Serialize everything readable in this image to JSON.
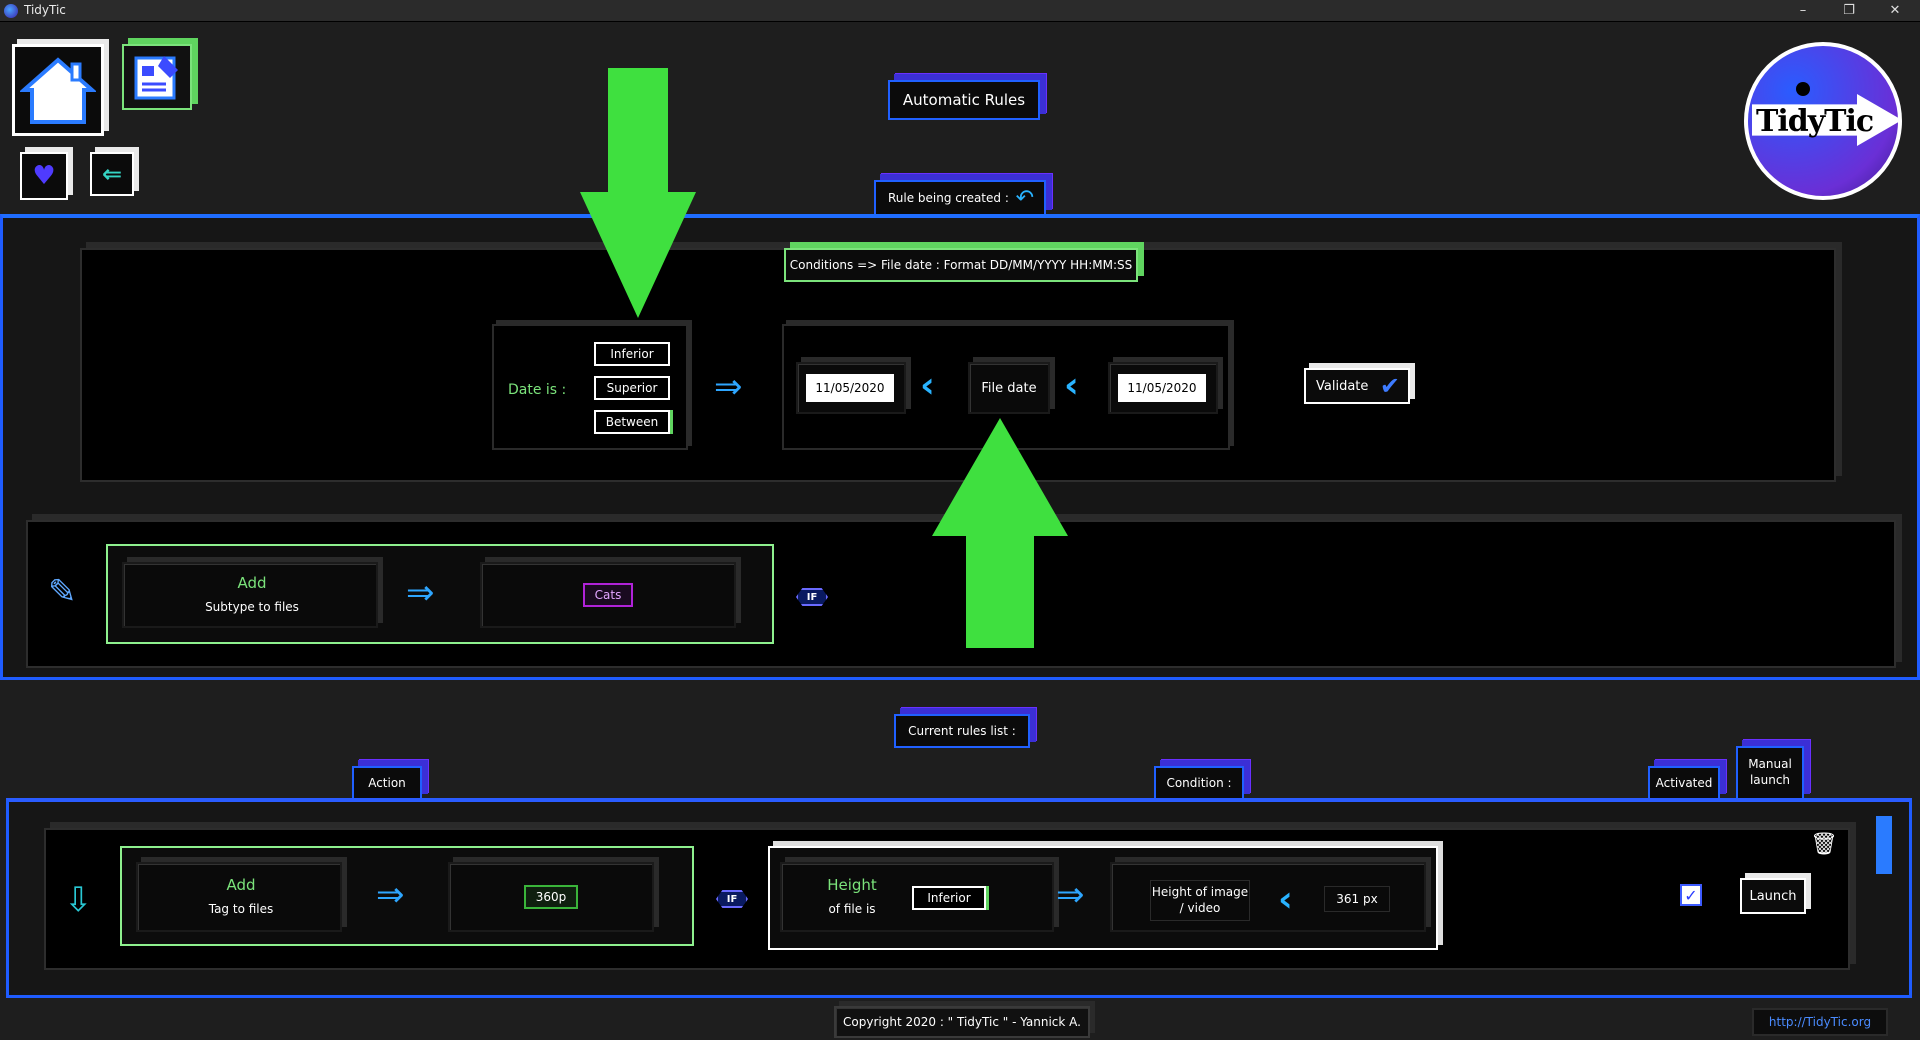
{
  "window": {
    "title": "TidyTic",
    "minimize": "–",
    "restore": "❐",
    "close": "✕"
  },
  "header": {
    "automatic_rules": "Automatic Rules",
    "logo_text": "TidyTic"
  },
  "rule_created": {
    "label": "Rule being created :"
  },
  "conditions": {
    "title": "Conditions => File date : Format DD/MM/YYYY HH:MM:SS",
    "date_is": "Date is :",
    "options": [
      "Inferior",
      "Superior",
      "Between"
    ],
    "date_from": "11/05/2020",
    "file_date": "File date",
    "date_to": "11/05/2020",
    "validate": "Validate"
  },
  "action_builder": {
    "add": "Add",
    "subtype": "Subtype to files",
    "value": "Cats",
    "if_badge": "IF"
  },
  "rules_list": {
    "title": "Current rules list :",
    "col_action": "Action",
    "col_condition": "Condition :",
    "col_activated": "Activated",
    "col_manual": "Manual launch",
    "row": {
      "add": "Add",
      "target": "Tag to files",
      "value": "360p",
      "if_badge": "IF",
      "cond_title": "Height",
      "cond_sub": "of file is",
      "operator": "Inferior",
      "property": "Height of image / video",
      "threshold": "361 px",
      "launch": "Launch"
    }
  },
  "footer": {
    "copyright": "Copyright 2020 : \" TidyTic \" - Yannick A.",
    "url": "http://TidyTic.org"
  },
  "colors": {
    "accent_blue": "#1f5cff",
    "accent_purple": "#7a3cff",
    "green": "#7be37b",
    "arrow_green": "#3fe03f"
  }
}
